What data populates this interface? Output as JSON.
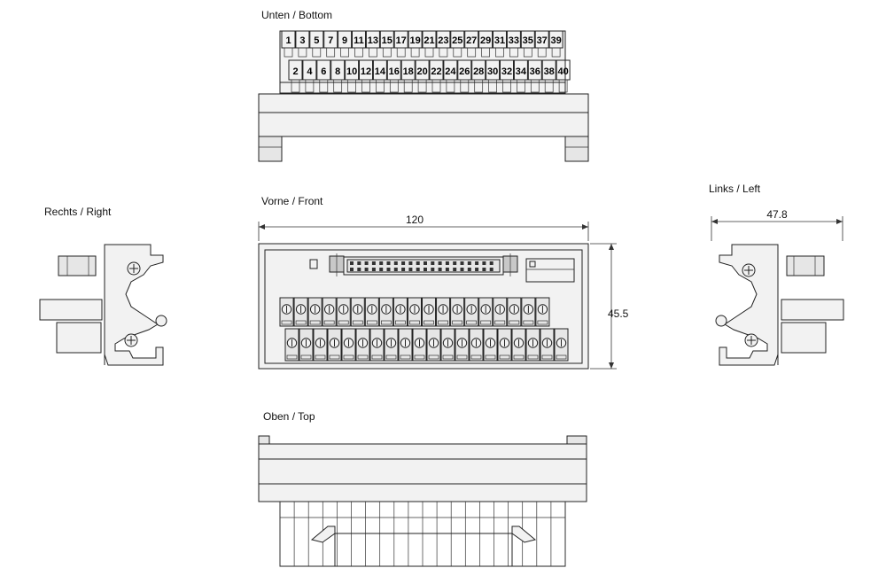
{
  "views": {
    "bottom": {
      "label": "Unten / Bottom"
    },
    "front": {
      "label": "Vorne / Front"
    },
    "top": {
      "label": "Oben / Top"
    },
    "right": {
      "label": "Rechts / Right"
    },
    "left": {
      "label": "Links / Left"
    }
  },
  "dimensions": {
    "width": "120",
    "height": "45.5",
    "depth": "47.8"
  },
  "pins": {
    "odd": [
      "1",
      "3",
      "5",
      "7",
      "9",
      "11",
      "13",
      "15",
      "17",
      "19",
      "21",
      "23",
      "25",
      "27",
      "29",
      "31",
      "33",
      "35",
      "37",
      "39"
    ],
    "even": [
      "2",
      "4",
      "6",
      "8",
      "10",
      "12",
      "14",
      "16",
      "18",
      "20",
      "22",
      "24",
      "26",
      "28",
      "30",
      "32",
      "34",
      "36",
      "38",
      "40"
    ]
  },
  "terminal_rows": {
    "upper_count": 19,
    "lower_count": 20
  },
  "connector": {
    "pin_pairs": 20
  },
  "colors": {
    "line": "#222222",
    "body": "#f2f2f2"
  }
}
